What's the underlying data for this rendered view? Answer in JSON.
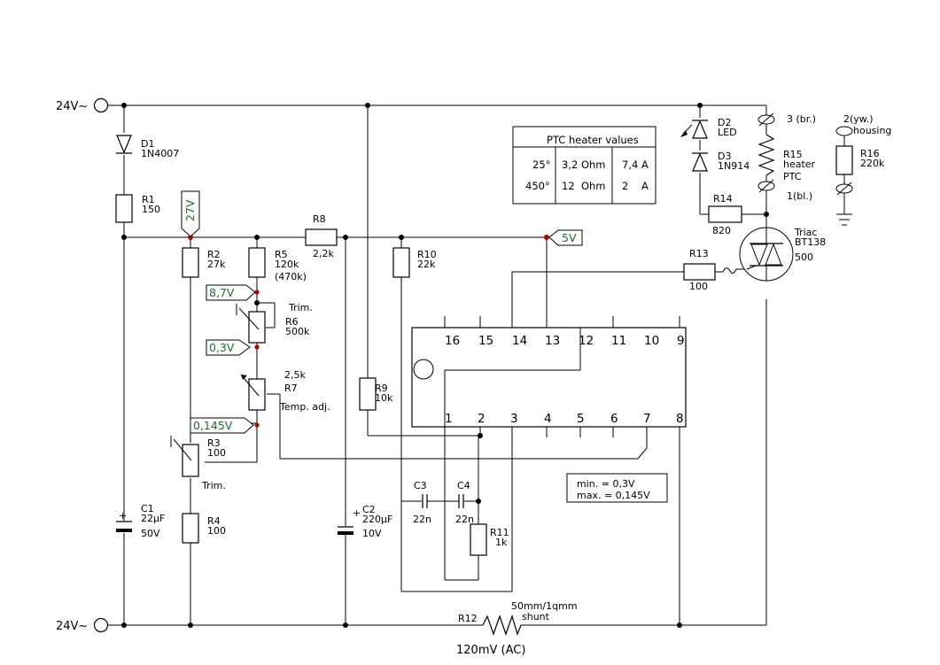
{
  "terminals": {
    "top": "24V~",
    "bottom": "24V~"
  },
  "components": {
    "D1": {
      "name": "D1",
      "value": "1N4007"
    },
    "R1": {
      "name": "R1",
      "value": "150"
    },
    "R2": {
      "name": "R2",
      "value": "27k"
    },
    "R3": {
      "name": "R3",
      "value": "100",
      "note": "Trim."
    },
    "R4": {
      "name": "R4",
      "value": "100"
    },
    "R5": {
      "name": "R5",
      "value": "120k",
      "alt": "(470k)"
    },
    "R6": {
      "name": "R6",
      "value": "500k",
      "note": "Trim."
    },
    "R7": {
      "name": "R7",
      "value": "2,5k",
      "note": "Temp. adj."
    },
    "R8": {
      "name": "R8",
      "value": "2,2k"
    },
    "R9": {
      "name": "R9",
      "value": "10k"
    },
    "R10": {
      "name": "R10",
      "value": "22k"
    },
    "R11": {
      "name": "R11",
      "value": "1k"
    },
    "R12": {
      "name": "R12",
      "note": "50mm/1qmm",
      "note2": "shunt",
      "value": "120mV (AC)"
    },
    "R13": {
      "name": "R13",
      "value": "100"
    },
    "R14": {
      "name": "R14",
      "value": "820"
    },
    "R15": {
      "name": "R15",
      "value": "heater",
      "value2": "PTC"
    },
    "R16": {
      "name": "R16",
      "value": "220k"
    },
    "C1": {
      "name": "C1",
      "value": "22µF",
      "voltage": "50V"
    },
    "C2": {
      "name": "C2",
      "value": "220µF",
      "voltage": "10V"
    },
    "C3": {
      "name": "C3",
      "value": "22n"
    },
    "C4": {
      "name": "C4",
      "value": "22n"
    },
    "D2": {
      "name": "D2",
      "value": "LED"
    },
    "D3": {
      "name": "D3",
      "value": "1N914"
    },
    "Triac": {
      "name": "Triac",
      "value": "BT138",
      "extra": "500"
    }
  },
  "wire_labels": {
    "w3": "3 (br.)",
    "w1": "1(bl.)",
    "w2": "2(yw.)",
    "housing": "housing"
  },
  "voltages": {
    "v27": "27V",
    "v5": "5V",
    "v87": "8,7V",
    "v03": "0,3V",
    "v0145": "0,145V"
  },
  "ic_pins": {
    "top": [
      "16",
      "15",
      "14",
      "13",
      "12",
      "11",
      "10",
      "9"
    ],
    "bottom": [
      "1",
      "2",
      "3",
      "4",
      "5",
      "6",
      "7",
      "8"
    ]
  },
  "range_box": {
    "min": "min. = 0,3V",
    "max": "max. = 0,145V"
  },
  "ptc_table": {
    "title": "PTC heater values",
    "rows": [
      {
        "temp": "25°",
        "ohm": "3,2 Ohm",
        "amp": "7,4 A"
      },
      {
        "temp": "450°",
        "ohm": "12  Ohm",
        "amp": "2    A"
      }
    ]
  }
}
